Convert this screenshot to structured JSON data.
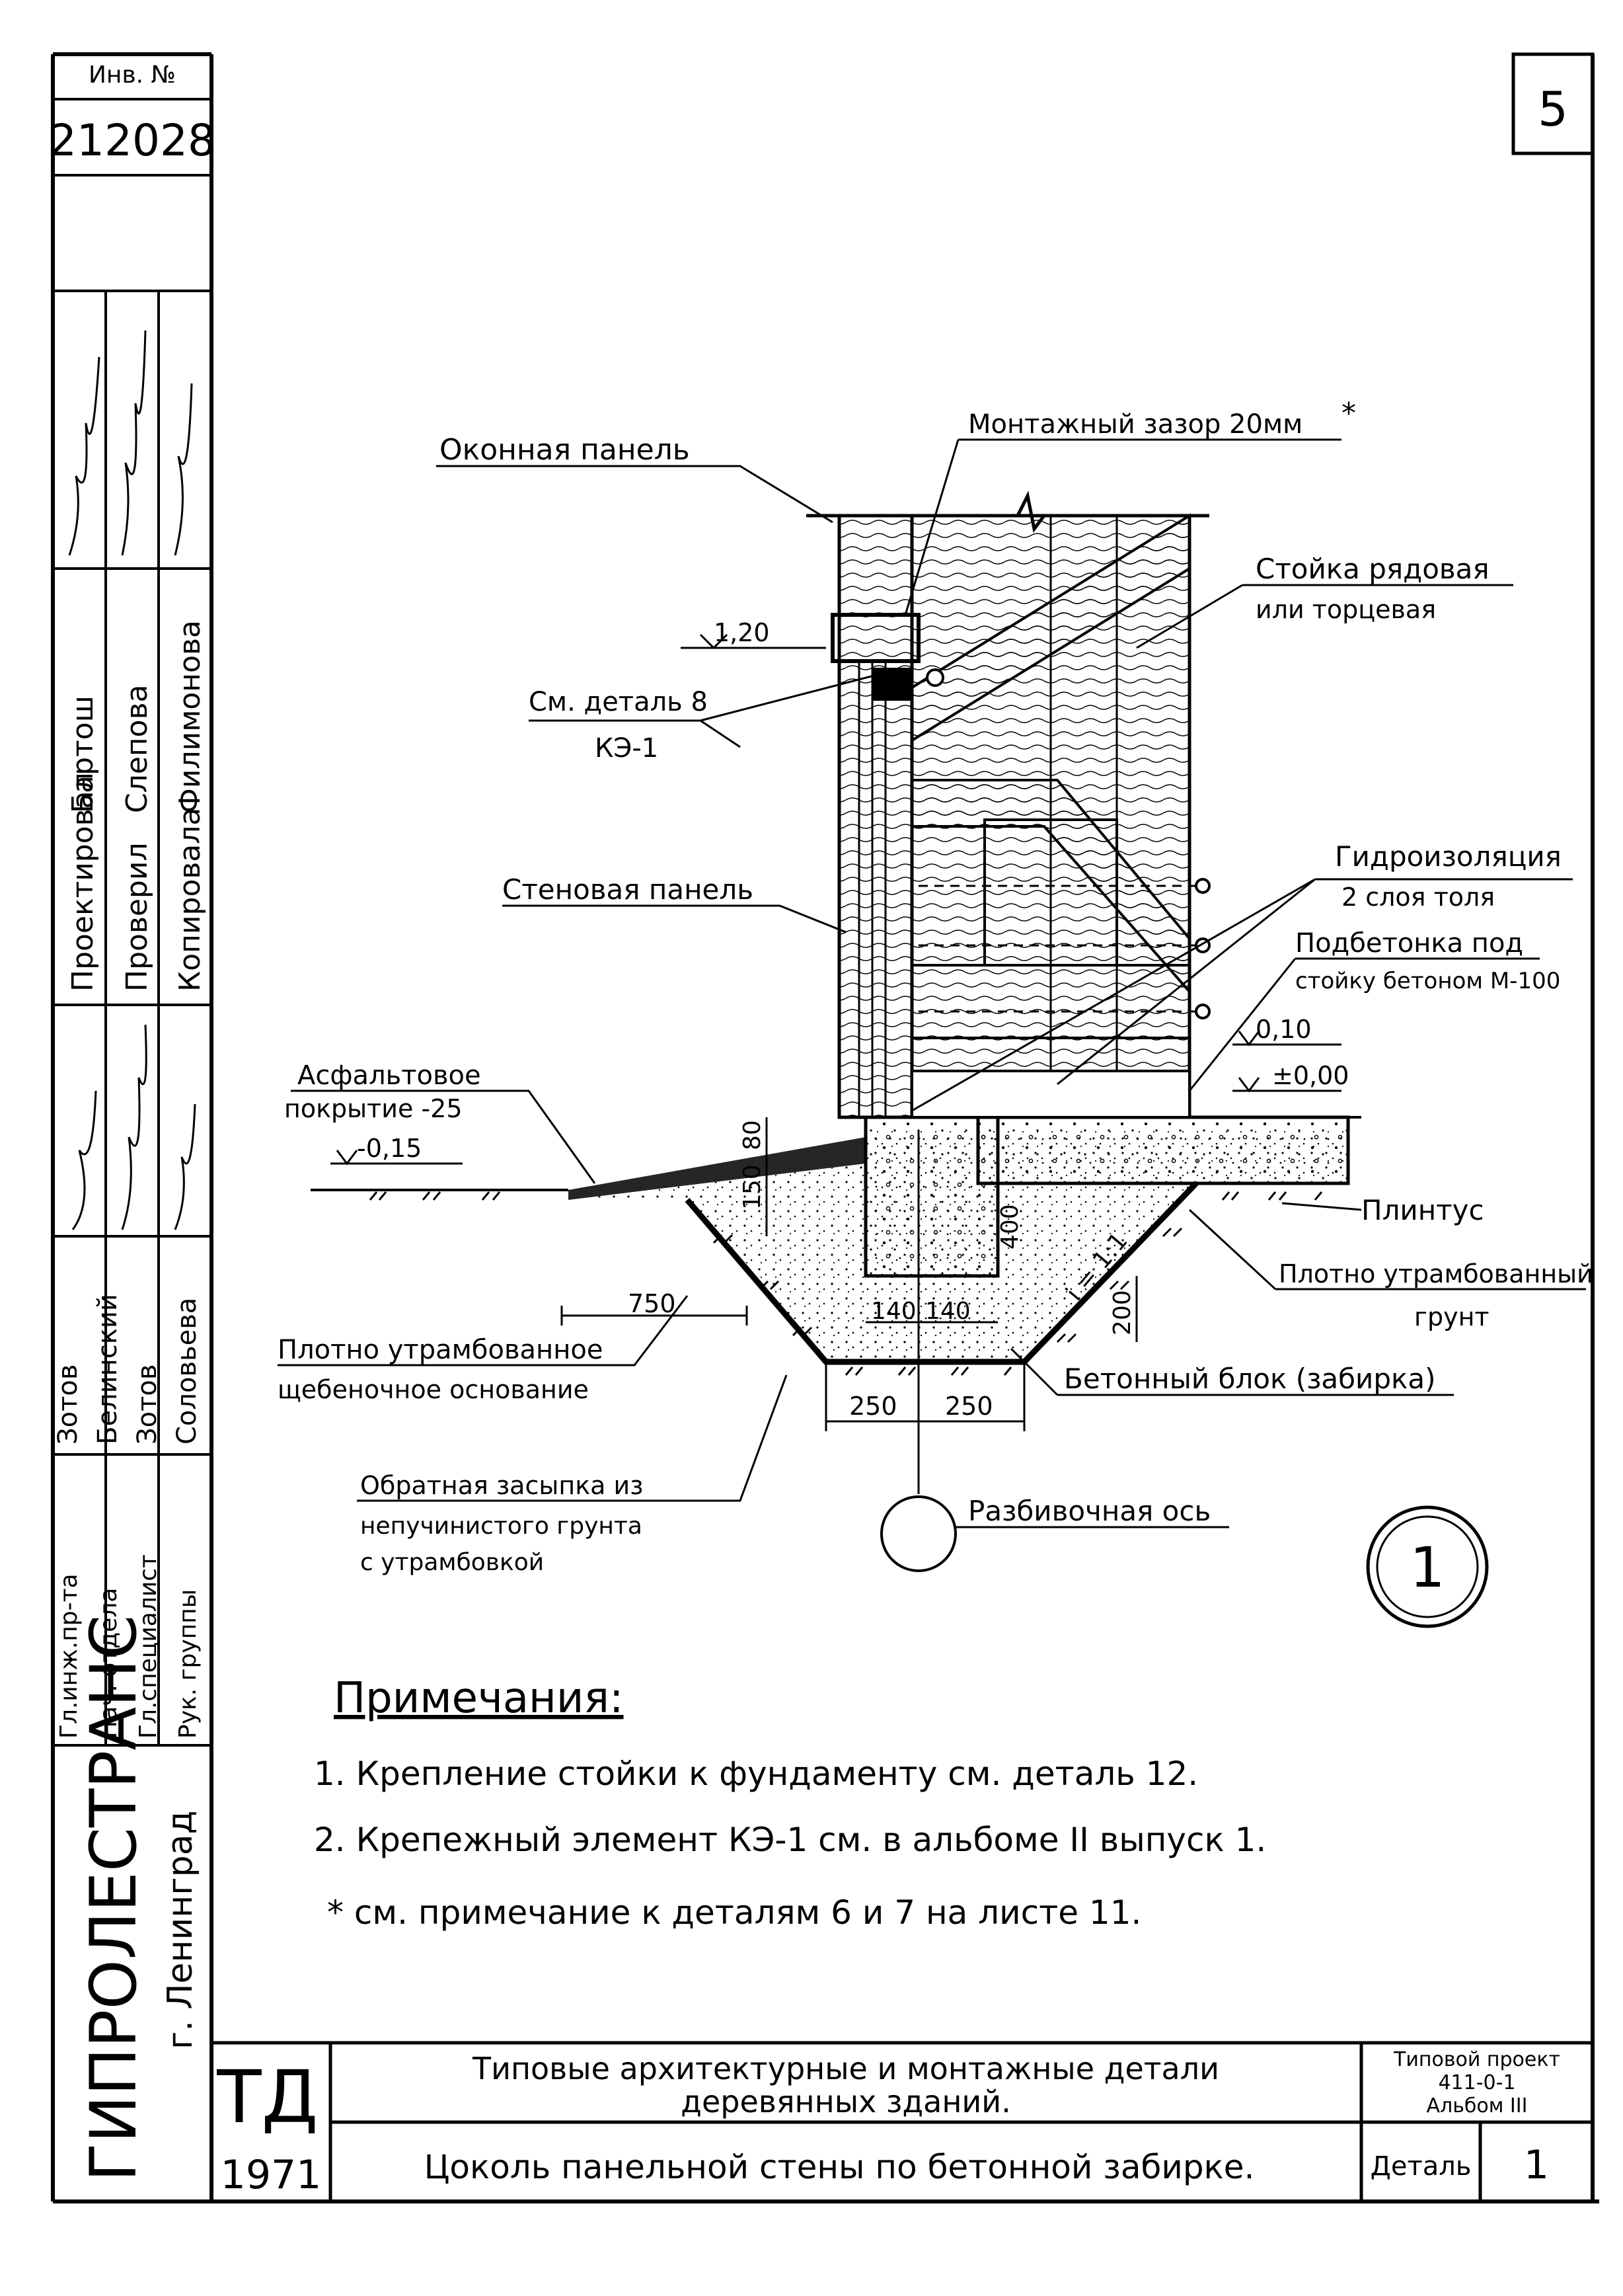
{
  "sheet_number": "5",
  "stamp": {
    "inv_label": "Инв. №",
    "inv_number": "212028",
    "roles": [
      "Гл.инж.пр-та",
      "Нач. отдела",
      "Гл.специалист",
      "Рук. группы"
    ],
    "names": [
      "Зотов",
      "Белинский",
      "Зотов",
      "Соловьева"
    ],
    "roles2": [
      "Проектировал",
      "Проверил",
      "Копировала"
    ],
    "names2": [
      "Бартош",
      "Слепова",
      "Филимонова"
    ],
    "org": "ГИПРОЛЕСТРАНС",
    "city": "г. Ленинград"
  },
  "labels": {
    "window_panel": "Оконная панель",
    "mount_gap": "Монтажный зазор 20мм",
    "asterisk": "*",
    "post_regular": "Стойка рядовая",
    "post_end": "или торцевая",
    "see_detail": "См. деталь 8",
    "ke1": "КЭ-1",
    "level_120": "1,20",
    "wall_panel": "Стеновая панель",
    "waterproof": "Гидроизоляция",
    "two_layers": "2 слоя толя",
    "concrete_under1": "Подбетонка под",
    "concrete_under2": "стойку бетоном М-100",
    "level_010": "0,10",
    "level_000": "±0,00",
    "asphalt1": "Асфальтовое",
    "asphalt2": "покрытие -25",
    "level_015": "-0,15",
    "plinth": "Плинтус",
    "dense_soil1": "Плотно утрамбованный",
    "dense_soil2": "грунт",
    "gravel1": "Плотно утрамбованное",
    "gravel2": "щебеночное основание",
    "concrete_block": "Бетонный блок (забирка)",
    "backfill1": "Обратная засыпка из",
    "backfill2": "непучинистого грунта",
    "backfill3": "с утрамбовкой",
    "axis": "Разбивочная ось",
    "slope": "i = 1:1"
  },
  "dims": {
    "d80": "80",
    "d150": "150",
    "d400": "400",
    "d750": "750",
    "d140a": "140",
    "d140b": "140",
    "d200": "200",
    "d250a": "250",
    "d250b": "250"
  },
  "detail_circle": "1",
  "notes": {
    "title": "Примечания:",
    "items": [
      "1. Крепление стойки к фундаменту см. деталь 12.",
      "2. Крепежный элемент КЭ-1 см. в альбоме II выпуск 1.",
      "* см. примечание к деталям 6 и 7 на листе 11."
    ]
  },
  "title_block": {
    "td": "ТД",
    "year": "1971",
    "title1": "Типовые архитектурные и монтажные детали",
    "title2": "деревянных зданий.",
    "detail_title": "Цоколь панельной стены по бетонной забирке.",
    "project1": "Типовой проект",
    "project2": "411-0-1",
    "project3": "Альбом III",
    "detail_label": "Деталь",
    "detail_no": "1"
  }
}
